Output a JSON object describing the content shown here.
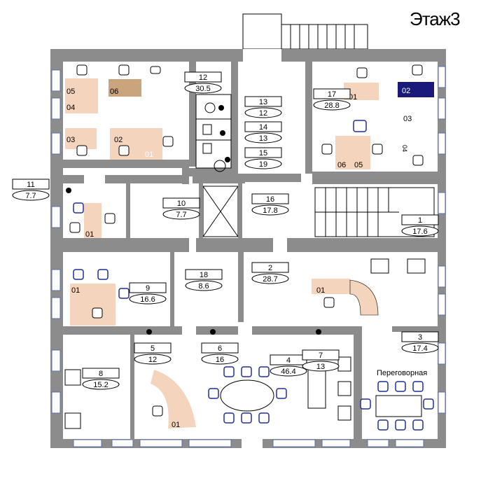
{
  "title": "Этаж3",
  "meeting_room_label": "Переговорная",
  "rooms": [
    {
      "num": "1",
      "area": "17.6"
    },
    {
      "num": "2",
      "area": "28.7"
    },
    {
      "num": "3",
      "area": "17.4"
    },
    {
      "num": "4",
      "area": "46.4"
    },
    {
      "num": "5",
      "area": "12"
    },
    {
      "num": "6",
      "area": "16"
    },
    {
      "num": "7",
      "area": "13"
    },
    {
      "num": "8",
      "area": "15.2"
    },
    {
      "num": "9",
      "area": "16.6"
    },
    {
      "num": "10",
      "area": "7.7"
    },
    {
      "num": "11",
      "area": "7.7"
    },
    {
      "num": "12",
      "area": "30.5"
    },
    {
      "num": "13",
      "area": "12"
    },
    {
      "num": "14",
      "area": "13"
    },
    {
      "num": "15",
      "area": "19"
    },
    {
      "num": "16",
      "area": "17.8"
    },
    {
      "num": "17",
      "area": "28.8"
    },
    {
      "num": "18",
      "area": "8.6"
    }
  ],
  "desks": [
    "01",
    "02",
    "03",
    "04",
    "05",
    "06"
  ],
  "colors": {
    "wall": "#8c8c8c",
    "desk": "#f5d4bd",
    "desk_brown": "#c9a47d",
    "desk_navy": "#1a1a7a",
    "chair_blue": "#1f2f9a",
    "window": "#5a6fb0"
  }
}
